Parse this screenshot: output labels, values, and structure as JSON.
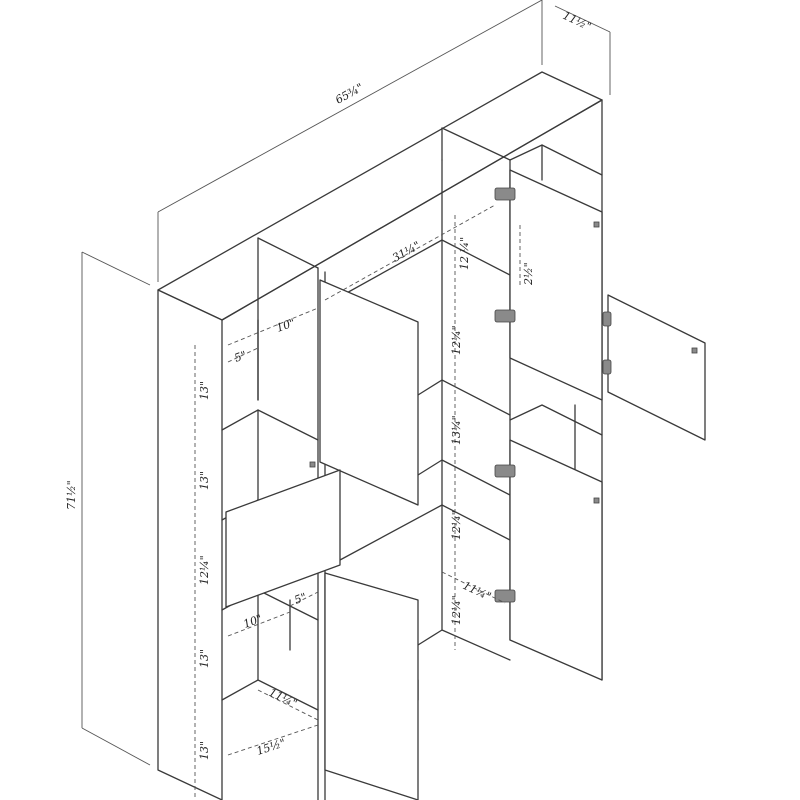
{
  "dimensions": {
    "overall_width": "65¾\"",
    "depth": "11½\"",
    "height": "71½\"",
    "upper_inner_width": "31¼\"",
    "door_hinge_offset": "2½\"",
    "top_shelf_height": "12 ¼\"",
    "left_top_niche_width": "10\"",
    "left_top_niche_small": "5\"",
    "left_column_h1": "13\"",
    "left_column_h2": "13\"",
    "left_column_h3": "12¼\"",
    "left_column_h4": "13\"",
    "left_column_h5": "13\"",
    "center_h2": "12¼\"",
    "center_h3": "13¼\"",
    "center_h4": "12¼\"",
    "center_h5": "12¼\"",
    "center_lower_depth": "11¼\"",
    "left_lower_niche_width": "10\"",
    "left_lower_niche_small": "5\"",
    "left_bottom_depth": "11¼\"",
    "left_bottom_width": "15½\""
  }
}
